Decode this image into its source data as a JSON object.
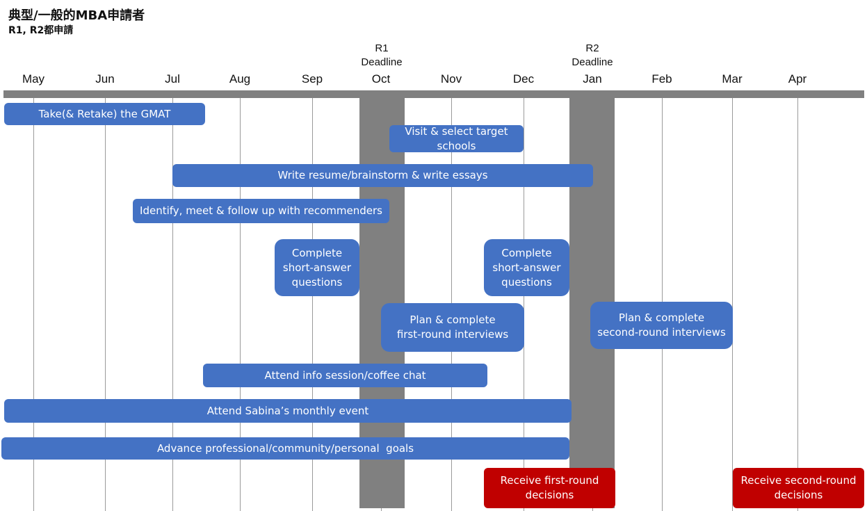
{
  "title": "典型/一般的MBA申請者",
  "subtitle": "R1, R2都申請",
  "months": [
    "May",
    "Jun",
    "Jul",
    "Aug",
    "Sep",
    "Oct",
    "Nov",
    "Dec",
    "Jan",
    "Feb",
    "Mar",
    "Apr"
  ],
  "deadlines": [
    {
      "label": "R1\nDeadline",
      "month": "Oct"
    },
    {
      "label": "R2\nDeadline",
      "month": "Jan"
    }
  ],
  "tasks": [
    {
      "label": "Take(& Retake) the GMAT",
      "color": "#4472c4"
    },
    {
      "label": "Visit & select target\nschools",
      "color": "#4472c4"
    },
    {
      "label": "Write resume/brainstorm & write essays",
      "color": "#4472c4"
    },
    {
      "label": "Identify, meet & follow up with recommenders",
      "color": "#4472c4"
    },
    {
      "label": "Complete\nshort-answer\nquestions",
      "color": "#4472c4"
    },
    {
      "label": "Complete\nshort-answer\nquestions",
      "color": "#4472c4"
    },
    {
      "label": "Plan & complete\nfirst-round interviews",
      "color": "#4472c4"
    },
    {
      "label": "Plan & complete\nsecond-round interviews",
      "color": "#4472c4"
    },
    {
      "label": "Attend info session/coffee chat",
      "color": "#4472c4"
    },
    {
      "label": "Attend Sabina’s monthly event",
      "color": "#4472c4"
    },
    {
      "label": "Advance professional/community/personal  goals",
      "color": "#4472c4"
    },
    {
      "label": "Receive first-round\ndecisions",
      "color": "#c00000"
    },
    {
      "label": "Receive second-round\ndecisions",
      "color": "#c00000"
    }
  ]
}
